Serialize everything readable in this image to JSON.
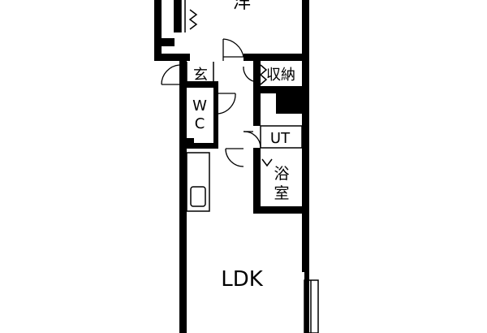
{
  "rooms": {
    "western_room": "洋",
    "entrance": "玄",
    "storage": "収納",
    "toilet_line1": "W",
    "toilet_line2": "C",
    "utility": "UT",
    "bath_line1": "浴",
    "bath_line2": "室",
    "living": "LDK"
  },
  "colors": {
    "wall": "#000000",
    "background": "#ffffff"
  }
}
